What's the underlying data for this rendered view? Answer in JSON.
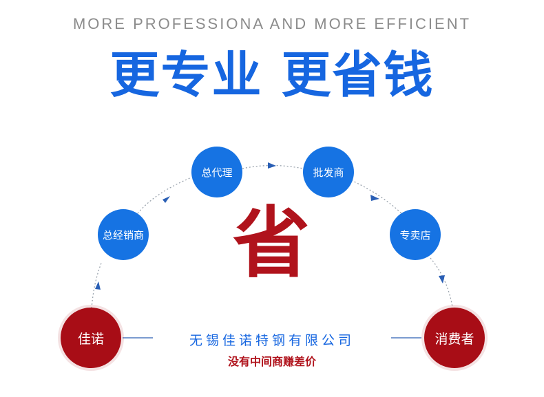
{
  "tagline": "MORE PROFESSIONA AND MORE EFFICIENT",
  "headline": "更专业 更省钱",
  "center_char": "省",
  "nodes": {
    "general_distributor": "总经销商",
    "general_agent": "总代理",
    "wholesaler": "批发商",
    "specialty_store": "专卖店",
    "jianuo": "佳诺",
    "consumer": "消费者"
  },
  "company_name": "无锡佳诺特钢有限公司",
  "slogan": "没有中间商赚差价",
  "colors": {
    "blue": "#1673e3",
    "red": "#a80d16",
    "tagline_gray": "#8b8b8b"
  }
}
